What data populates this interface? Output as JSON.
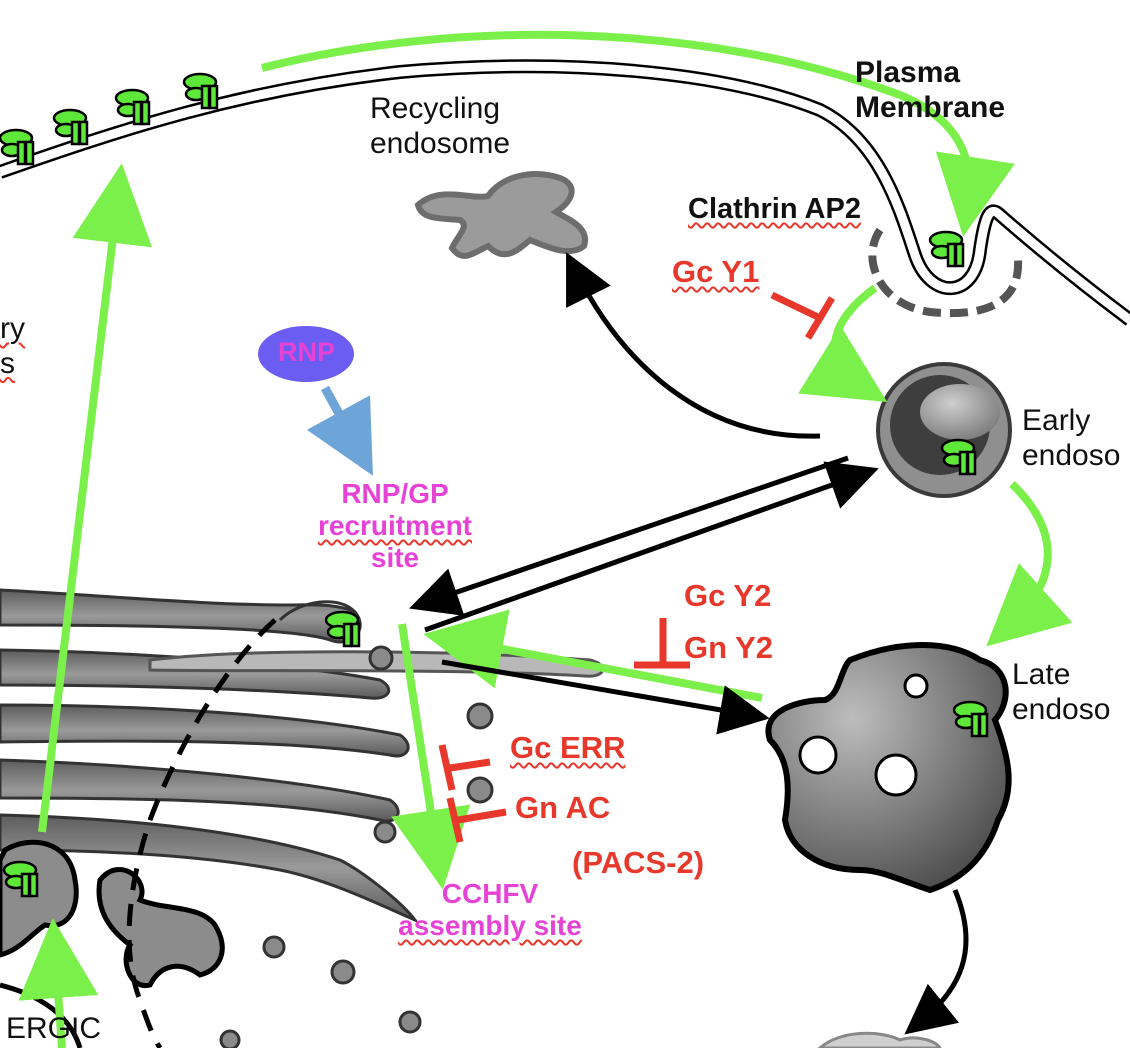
{
  "labels": {
    "plasma_membrane": [
      "Plasma",
      "Membrane"
    ],
    "recycling_endosome": [
      "Recycling",
      "endosome"
    ],
    "clathrin": "Clathrin AP2",
    "gc_y1": "Gc Y1",
    "rnp": "RNP",
    "recruitment_site": [
      "RNP/GP",
      "recruitment",
      "site"
    ],
    "early_endosome": [
      "Early",
      "endoso"
    ],
    "gc_y2": "Gc Y2",
    "gn_y2": "Gn Y2",
    "late_endosome": [
      "Late",
      "endoso"
    ],
    "gc_err": "Gc ERR",
    "gn_ac": "Gn AC",
    "pacs2": "(PACS-2)",
    "assembly_site": [
      "CCHFV",
      "assembly site"
    ],
    "ergic": "ERGIC",
    "left_cut_fragment": [
      "ry",
      "s"
    ]
  },
  "colors": {
    "trafficking_arrow": "#7cf04a",
    "glycoprotein": "#5ee83a",
    "inhibition": "#e8372b",
    "assembly_text": "#e642d6",
    "rnp_blob": "#6b5cf2",
    "rnp_arrow": "#6ea5d8",
    "organelle_gray": "#8a8a8a"
  }
}
